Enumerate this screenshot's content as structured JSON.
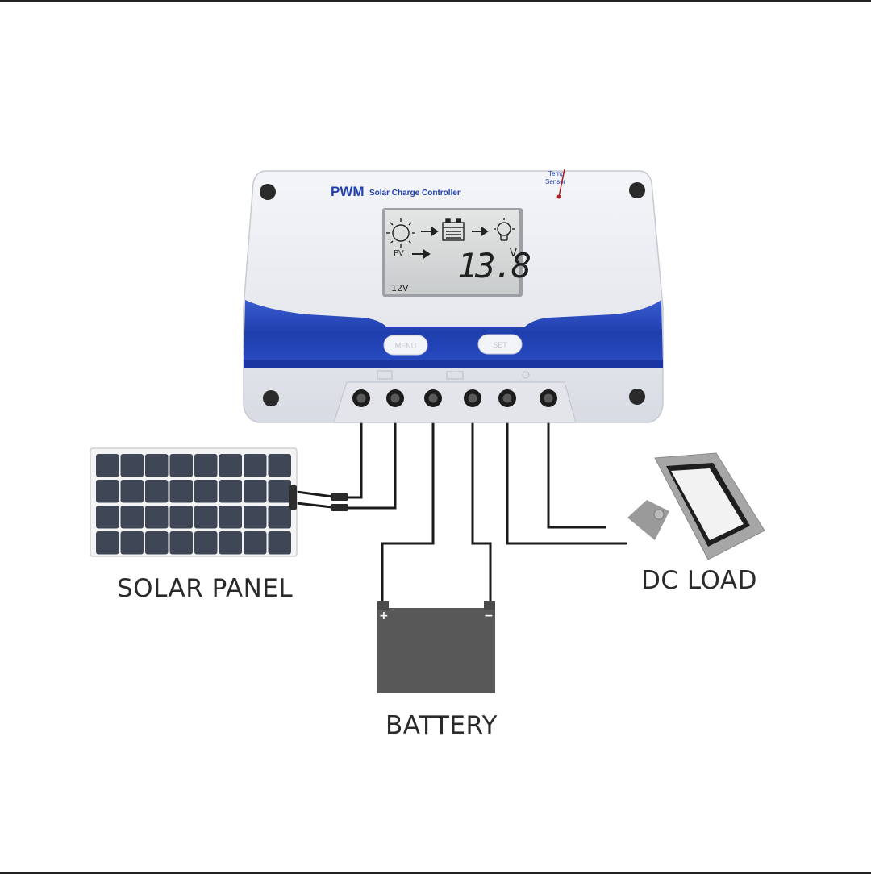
{
  "controller": {
    "brand": "PWM",
    "subtitle": "Solar Charge Controller",
    "sensor_label_1": "Temp",
    "sensor_label_2": "Sensor",
    "button_menu": "MENU",
    "button_set": "SET",
    "accent_color": "#1f3fae"
  },
  "lcd": {
    "voltage": "13.8",
    "unit": "V",
    "pv_label": "PV",
    "system_voltage": "12V",
    "icons": [
      "sun-icon",
      "arrow-right-icon",
      "battery-icon",
      "arrow-right-icon",
      "bulb-icon"
    ]
  },
  "terminals": {
    "count": 6,
    "groups": [
      "solar-terminal-pair",
      "battery-terminal-pair",
      "load-terminal-pair"
    ]
  },
  "labels": {
    "solar_panel": "SOLAR PANEL",
    "battery": "BATTERY",
    "dc_load": "DC LOAD"
  },
  "battery": {
    "plus": "+",
    "minus": "−"
  },
  "colors": {
    "wire": "#1a1a1a",
    "panel_cell": "#3f4757",
    "battery_body": "#585858",
    "lamp_body": "#9a9a9a"
  }
}
